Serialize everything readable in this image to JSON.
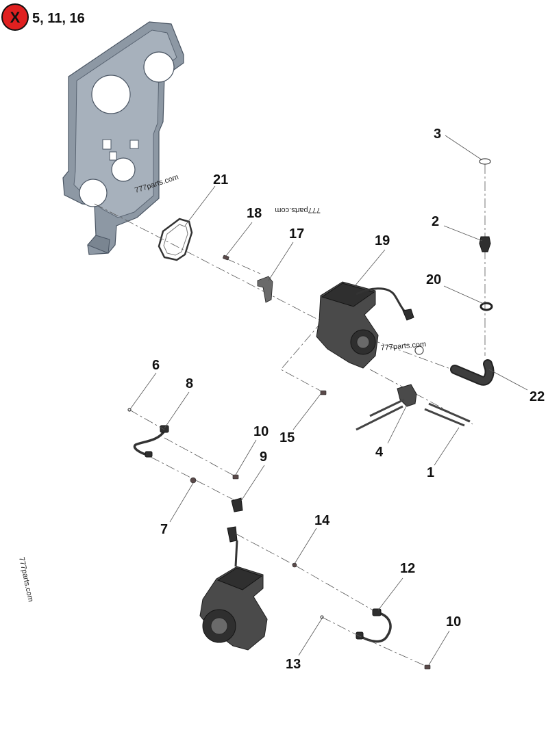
{
  "excluded_badge": {
    "symbol": "X",
    "text": "5, 11, 16",
    "color": "#e02020"
  },
  "watermarks": [
    "777parts.com",
    "777parts.com",
    "777parts.com",
    "777parts.com"
  ],
  "callouts": [
    "1",
    "2",
    "3",
    "4",
    "6",
    "7",
    "8",
    "9",
    "10",
    "10",
    "12",
    "13",
    "14",
    "15",
    "17",
    "18",
    "19",
    "20",
    "21",
    "22"
  ]
}
